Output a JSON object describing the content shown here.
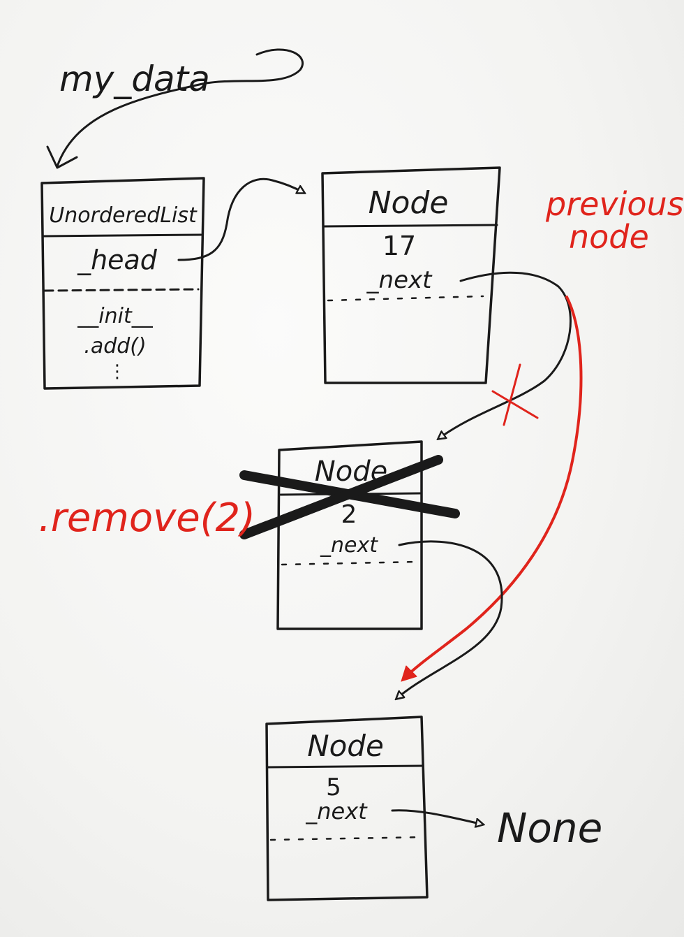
{
  "diagram": {
    "variable_label": "my_data",
    "list_box": {
      "title": "UnorderedList",
      "attribute": "_head",
      "methods": [
        "__init__",
        ".add()"
      ],
      "ellipsis": "⋮"
    },
    "nodes": [
      {
        "id": "node-17",
        "title": "Node",
        "value": "17",
        "next_label": "_next",
        "removed": false
      },
      {
        "id": "node-2",
        "title": "Node",
        "value": "2",
        "next_label": "_next",
        "removed": true
      },
      {
        "id": "node-5",
        "title": "Node",
        "value": "5",
        "next_label": "_next",
        "removed": false
      }
    ],
    "terminal": "None",
    "annotations": {
      "operation": ".remove(2)",
      "previous_node": [
        "previous",
        "node"
      ]
    },
    "colors": {
      "ink": "#1a1a1a",
      "annotation": "#e0241c",
      "paper": "#f4f4f3"
    }
  }
}
